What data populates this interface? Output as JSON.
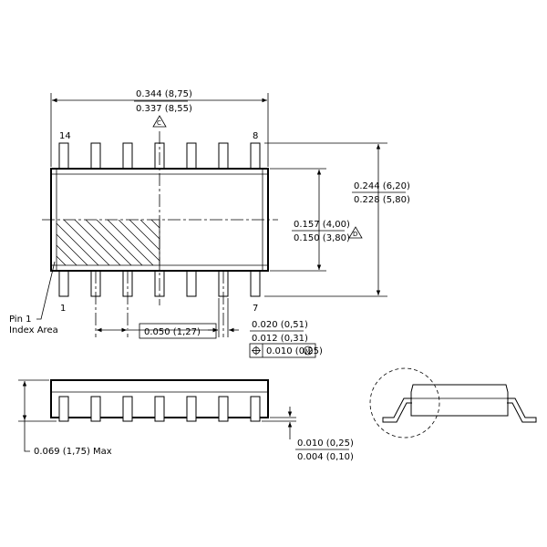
{
  "top_view": {
    "width_max": "0.344 (8,75)",
    "width_min": "0.337 (8,55)",
    "width_note": "C",
    "pin_first_top": "14",
    "pin_last_top": "8",
    "pin_first_bottom": "1",
    "pin_last_bottom": "7",
    "overall_width_max": "0.244 (6,20)",
    "overall_width_min": "0.228 (5,80)",
    "body_width_max": "0.157 (4,00)",
    "body_width_min": "0.150 (3,80)",
    "body_width_note": "D",
    "pin1_label": "Pin 1",
    "index_label": "Index Area",
    "pitch": "0.050 (1,27)",
    "lead_width_max": "0.020 (0,51)",
    "lead_width_min": "0.012 (0,31)",
    "tolerance": "0.010 (0,25)",
    "tolerance_modifier": "M"
  },
  "side_view": {
    "height_max": "0.069 (1,75) Max",
    "standoff_max": "0.010 (0,25)",
    "standoff_min": "0.004 (0,10)"
  }
}
